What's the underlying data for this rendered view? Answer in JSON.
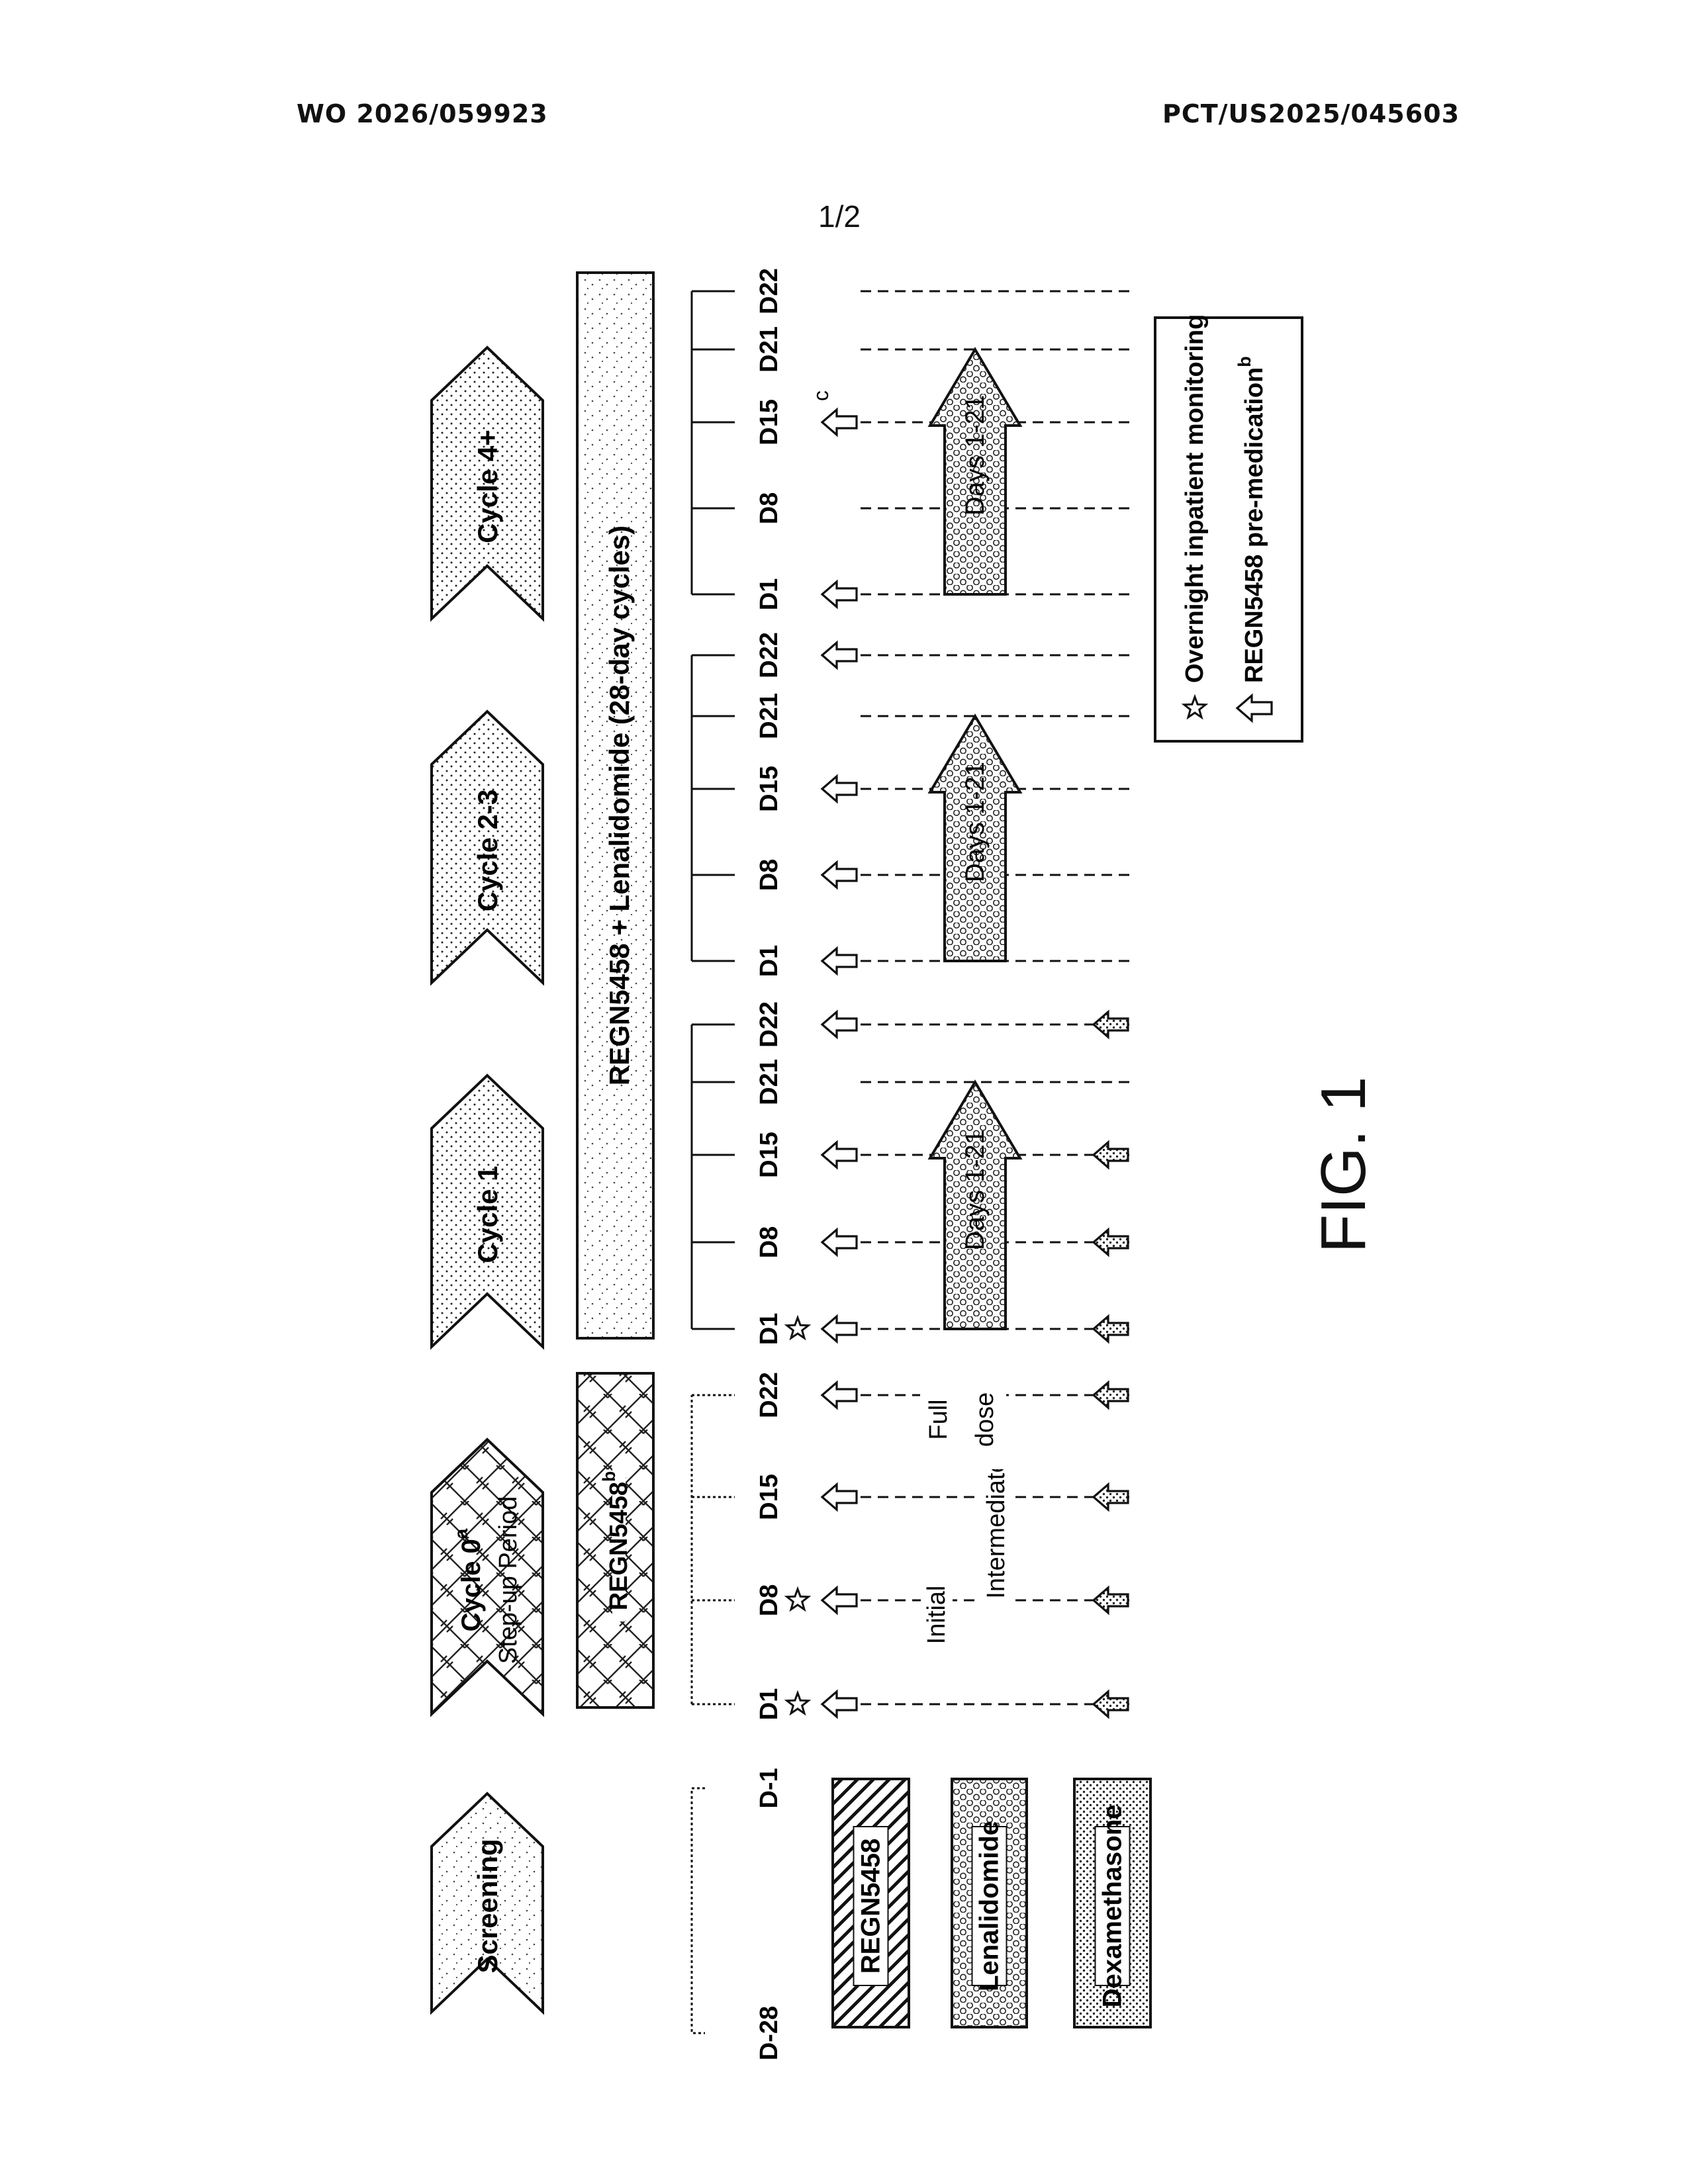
{
  "header": {
    "publication_number": "WO 2026/059923",
    "application_number": "PCT/US2025/045603",
    "sheet": "1/2"
  },
  "figure_label": "FIG. 1",
  "diagram": {
    "phases": [
      {
        "id": "screening",
        "label": "Screening",
        "sup": ""
      },
      {
        "id": "cycle0",
        "label": "Cycle 0",
        "sup": "a",
        "sublabel": "Step-up Period"
      },
      {
        "id": "cycle1",
        "label": "Cycle 1",
        "sup": ""
      },
      {
        "id": "cycle23",
        "label": "Cycle 2-3",
        "sup": ""
      },
      {
        "id": "cycle4",
        "label": "Cycle 4+",
        "sup": ""
      }
    ],
    "regimens": [
      {
        "id": "regn-stepup",
        "label": "REGN5458",
        "sup": "b"
      },
      {
        "id": "regn-len",
        "label": "REGN5458 + Lenalidomide (28-day cycles)",
        "sup": ""
      }
    ],
    "treatment_legend": [
      "REGN5458",
      "Lenalidomide",
      "Dexamethasone"
    ],
    "screening_days": [
      "D-28",
      "D-1"
    ],
    "cycle_days": [
      "D1",
      "D8",
      "D15",
      "D22"
    ],
    "treatment_cycle_days": [
      "D1",
      "D8",
      "D15",
      "D21",
      "D22"
    ],
    "dose_labels": [
      "Initial",
      "Intermediate",
      "Full dose"
    ],
    "lenalidomide_days_label": "Days 1-21",
    "footnote_c": "c",
    "symbol_legend": {
      "star": "Overnight inpatient monitoring",
      "arrow": "REGN5458 pre-medication",
      "arrow_sup": "b"
    }
  }
}
